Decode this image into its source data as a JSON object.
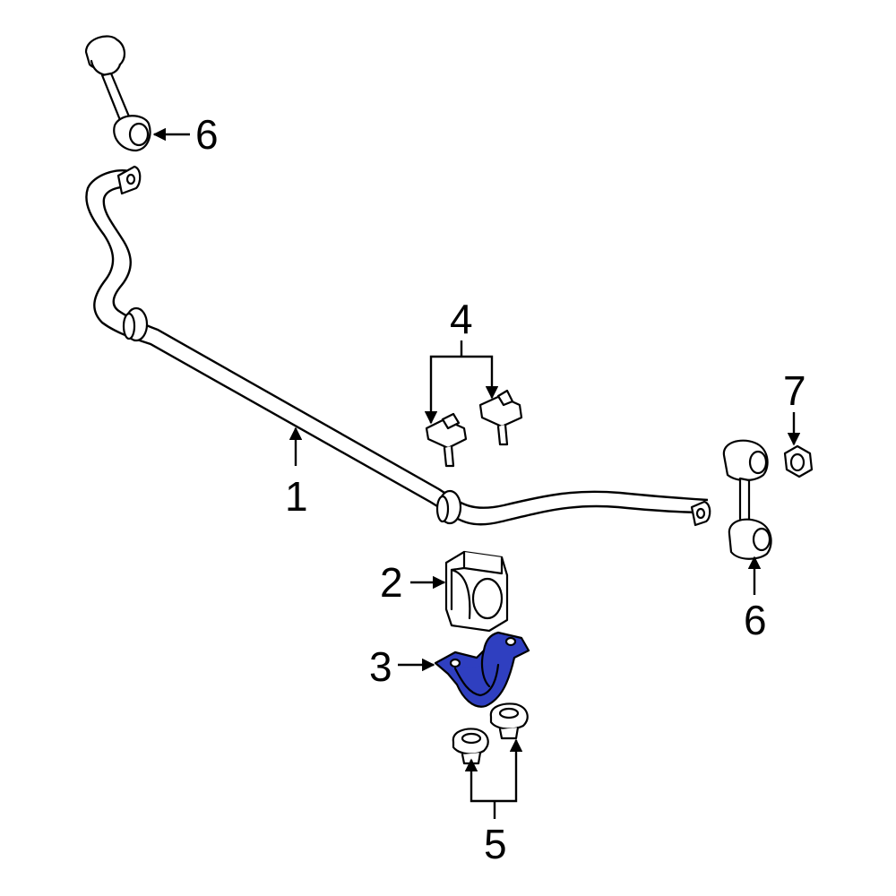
{
  "callouts": {
    "c1": "1",
    "c2": "2",
    "c3": "3",
    "c4": "4",
    "c5": "5",
    "c6_top": "6",
    "c6_right": "6",
    "c7": "7"
  },
  "colors": {
    "highlight": "#2f3fc0",
    "line": "#000000",
    "part_fill": "#ffffff"
  }
}
